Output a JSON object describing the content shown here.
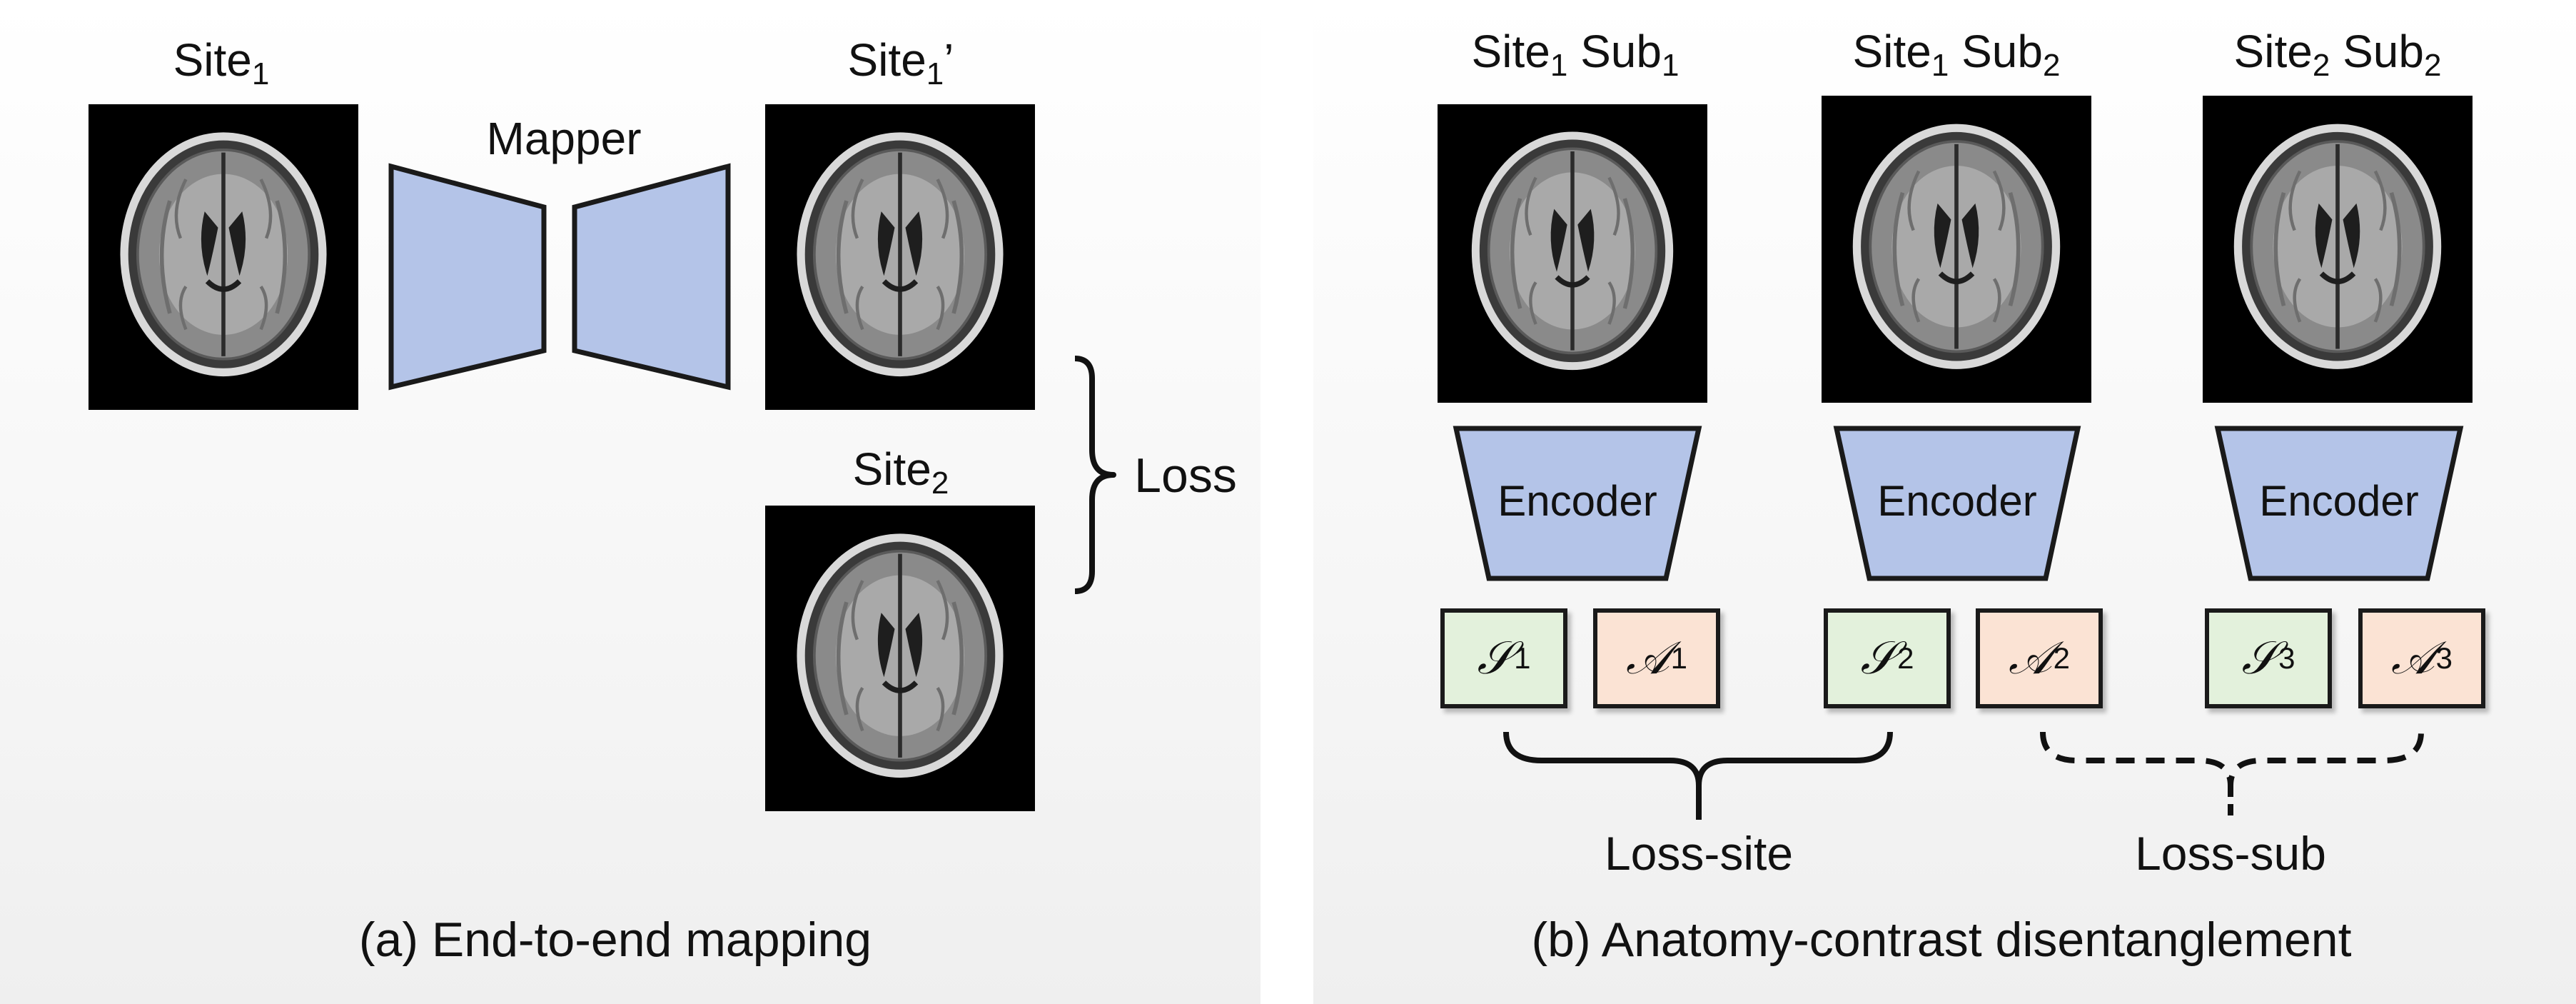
{
  "panel_a": {
    "site1_label": {
      "base": "Site",
      "sub": "1",
      "suffix": ""
    },
    "site1p_label": {
      "base": "Site",
      "sub": "1",
      "suffix": "’"
    },
    "site2_label": {
      "base": "Site",
      "sub": "2",
      "suffix": ""
    },
    "mapper_label": "Mapper",
    "loss_label": "Loss",
    "caption": "(a) End-to-end mapping"
  },
  "panel_b": {
    "columns": [
      {
        "label": {
          "site": "Site",
          "site_sub": "1",
          "subj": "Sub",
          "subj_sub": "1"
        },
        "encoder": "Encoder",
        "s_code": {
          "sym": "𝒮",
          "sub": "1"
        },
        "a_code": {
          "sym": "𝒜",
          "sub": "1"
        }
      },
      {
        "label": {
          "site": "Site",
          "site_sub": "1",
          "subj": "Sub",
          "subj_sub": "2"
        },
        "encoder": "Encoder",
        "s_code": {
          "sym": "𝒮",
          "sub": "2"
        },
        "a_code": {
          "sym": "𝒜",
          "sub": "2"
        }
      },
      {
        "label": {
          "site": "Site",
          "site_sub": "2",
          "subj": "Sub",
          "subj_sub": "2"
        },
        "encoder": "Encoder",
        "s_code": {
          "sym": "𝒮",
          "sub": "3"
        },
        "a_code": {
          "sym": "𝒜",
          "sub": "3"
        }
      }
    ],
    "loss_site_label": "Loss-site",
    "loss_sub_label": "Loss-sub",
    "caption": "(b) Anatomy-contrast disentanglement"
  },
  "colors": {
    "network_fill": "#b4c4e8",
    "s_code_fill": "#e3f1dc",
    "a_code_fill": "#fbe3d4",
    "outline": "#1a1a1a"
  }
}
